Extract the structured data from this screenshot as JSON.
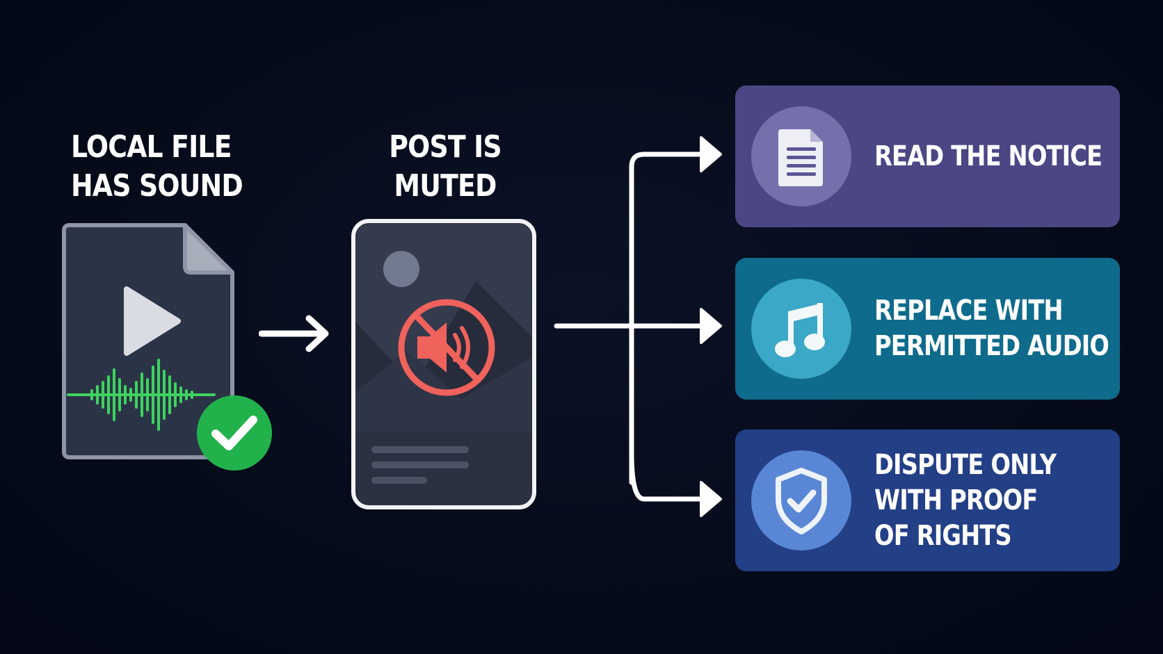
{
  "left_heading": {
    "line1": "LOCAL FILE",
    "line2": "HAS SOUND"
  },
  "middle_heading": {
    "line1": "POST IS",
    "line2": "MUTED"
  },
  "actions": [
    {
      "line1": "READ THE NOTICE",
      "icon": "document-icon"
    },
    {
      "line1": "REPLACE WITH",
      "line2": "PERMITTED AUDIO",
      "icon": "music-note-icon"
    },
    {
      "line1": "DISPUTE ONLY",
      "line2": "WITH PROOF",
      "line3": "OF RIGHTS",
      "icon": "shield-check-icon"
    }
  ],
  "colors": {
    "background": "#050a18",
    "card_read": "#4b4785",
    "card_replace": "#0e6b8c",
    "card_dispute": "#233f86",
    "check_green": "#22b24c",
    "waveform_green": "#3ed35e",
    "mute_red": "#f0625c"
  }
}
